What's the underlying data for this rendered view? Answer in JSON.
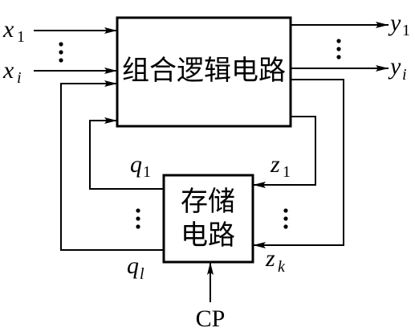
{
  "diagram": {
    "comb_block": {
      "label": "组合逻辑电路"
    },
    "storage_block": {
      "label_line1": "存储",
      "label_line2": "电路"
    },
    "inputs": [
      {
        "base": "x",
        "sub": "1"
      },
      {
        "base": "x",
        "sub": "i"
      }
    ],
    "outputs": [
      {
        "base": "y",
        "sub": "1"
      },
      {
        "base": "y",
        "sub": "i"
      }
    ],
    "state_vars": [
      {
        "base": "q",
        "sub": "1"
      },
      {
        "base": "q",
        "sub": "l"
      }
    ],
    "excitation_vars": [
      {
        "base": "z",
        "sub": "1"
      },
      {
        "base": "z",
        "sub": "k"
      }
    ],
    "clock": {
      "label": "CP"
    }
  }
}
